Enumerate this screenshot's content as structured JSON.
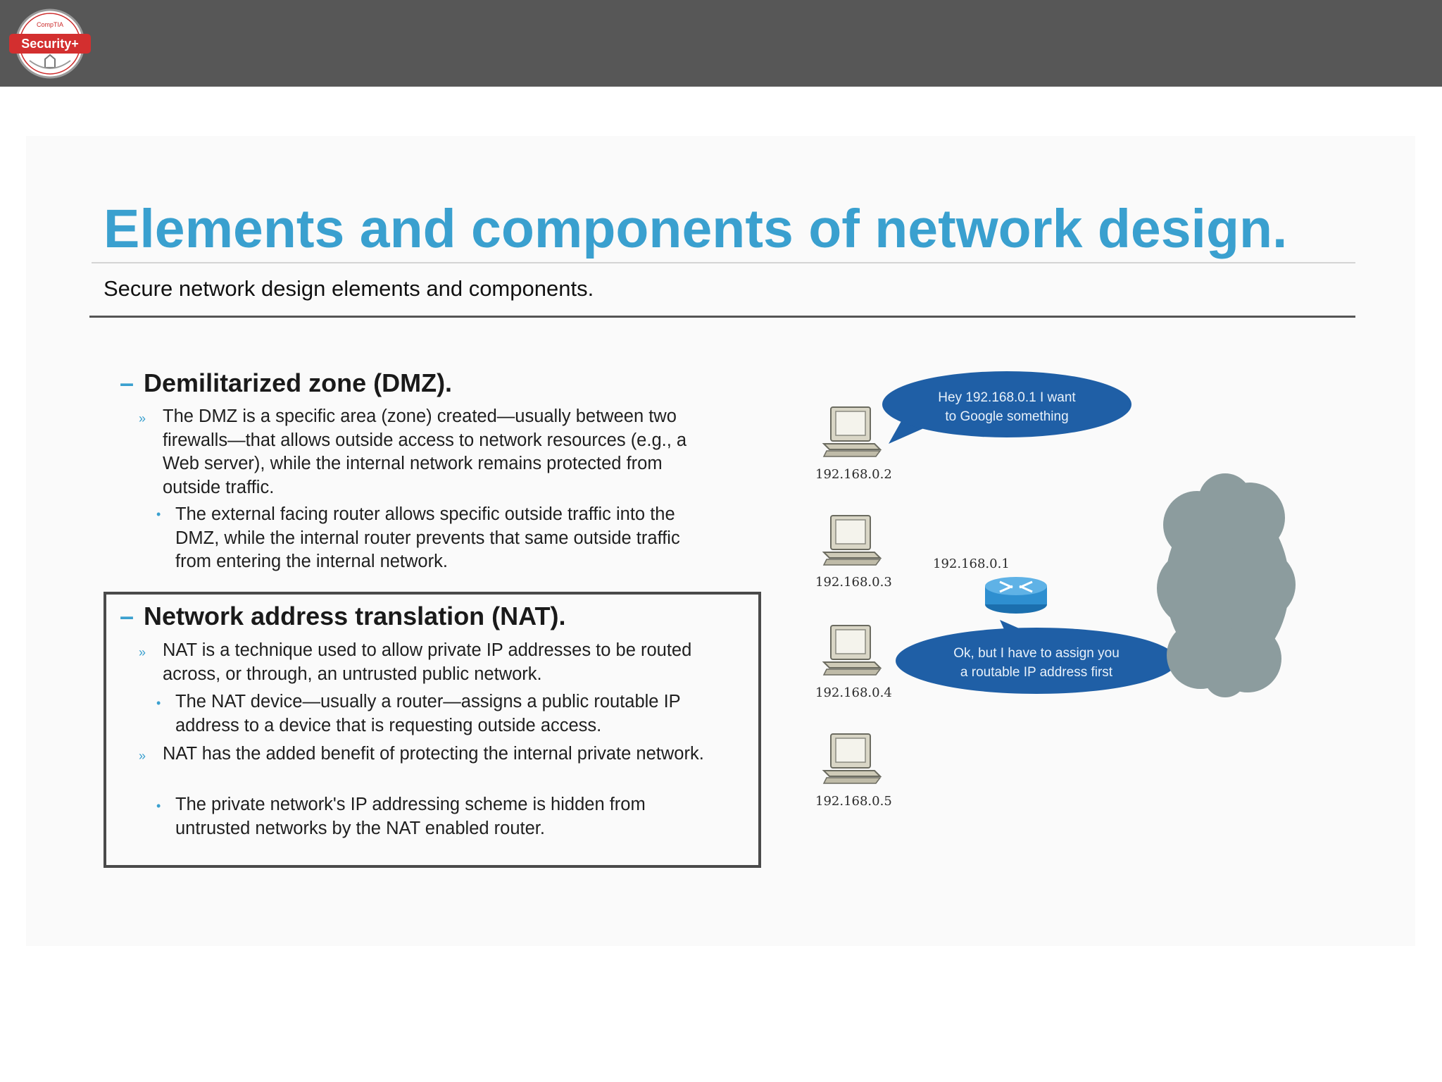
{
  "logo": {
    "top_text": "CompTIA",
    "badge_label": "Security+"
  },
  "slide": {
    "title": "Elements and components of network design.",
    "subtitle": "Secure network design elements and components."
  },
  "dmz": {
    "heading_dash": "–",
    "heading": "Demilitarized zone (DMZ).",
    "bullet1": "The DMZ is a specific area (zone) created—usually between two firewalls—that allows outside access to network resources (e.g., a Web server), while the internal network remains protected from outside traffic.",
    "sub1": "The external facing router allows specific outside traffic into the DMZ, while the internal router prevents that same outside traffic from entering the internal network."
  },
  "nat": {
    "heading_dash": "–",
    "heading": "Network address translation (NAT).",
    "bullet1": "NAT is a technique used to allow private IP addresses to be routed across, or through, an untrusted public network.",
    "sub1": "The NAT device—usually a router—assigns a public routable IP address to a device that is requesting outside access.",
    "bullet2": "NAT has the added benefit of protecting the internal private network.",
    "sub2": "The private network's IP addressing scheme is hidden from untrusted networks by the NAT enabled router."
  },
  "markers": {
    "level1": "»",
    "level2": "•"
  },
  "diagram": {
    "hosts": [
      "192.168.0.2",
      "192.168.0.3",
      "192.168.0.4",
      "192.168.0.5"
    ],
    "router_ip": "192.168.0.1",
    "bubble_request": [
      "Hey 192.168.0.1  I want",
      "to Google something"
    ],
    "bubble_reply": [
      "Ok, but I have to assign you",
      "a routable IP address first"
    ],
    "colors": {
      "bubble": "#1f5fa6",
      "router": "#2e8fd0",
      "cloud": "#8c9c9e"
    }
  }
}
